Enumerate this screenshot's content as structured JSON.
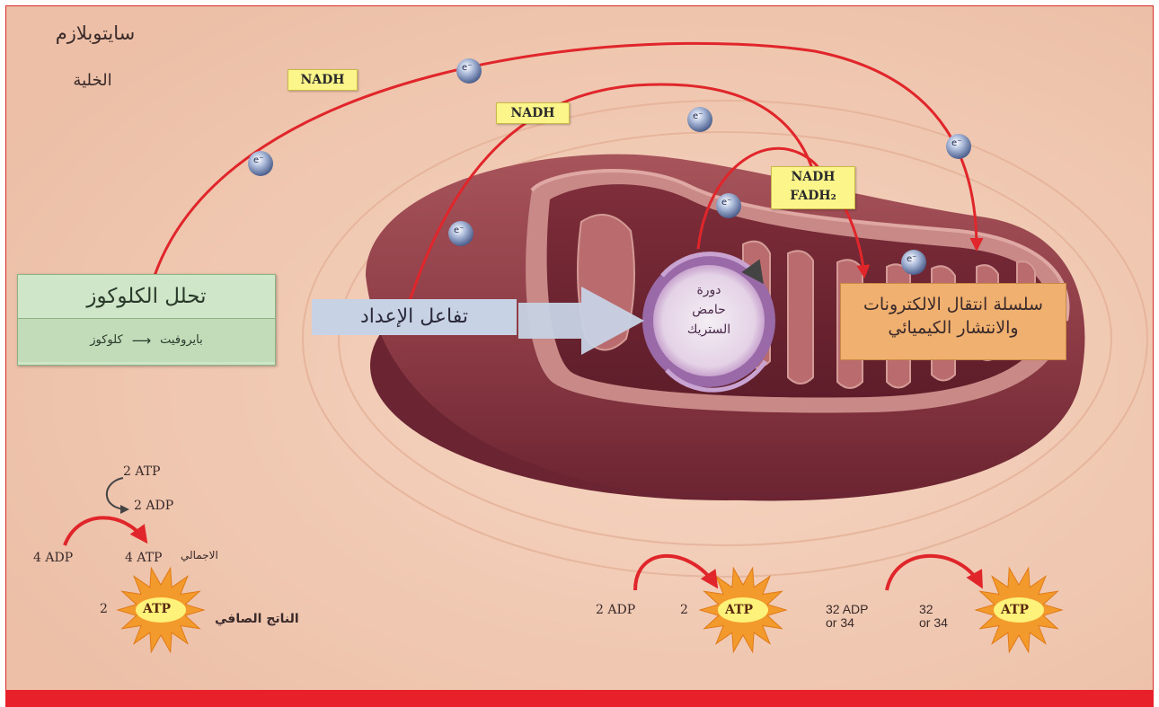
{
  "region_labels": {
    "cytoplasm": "سايتوبلازم",
    "cell": "الخلية"
  },
  "glycolysis": {
    "title": "تحلل الكلوكوز",
    "subtitle_left": "كلوكوز",
    "subtitle_right": "بايروفيت"
  },
  "prep_reaction": "تفاعل الإعداد",
  "citric_cycle": [
    "دورة",
    "حامض",
    "الستريك"
  ],
  "etc": {
    "line1": "سلسلة انتقال الالكترونات",
    "line2": "والانتشار الكيميائي"
  },
  "carriers": {
    "nadh_1": "NADH",
    "nadh_2": "NADH",
    "nadh_3": "NADH",
    "fadh2": "FADH₂"
  },
  "electron_symbol": "e⁻",
  "atp_left": {
    "top_atp": "2 ATP",
    "top_adp": "2 ADP",
    "adp_in": "4 ADP",
    "atp_out": "4 ATP",
    "total_label": "الاجمالي",
    "net_count": "2",
    "net_label": "الناتج الصافي",
    "burst_label": "ATP"
  },
  "atp_middle": {
    "adp": "2 ADP",
    "count": "2",
    "burst_label": "ATP"
  },
  "atp_right": {
    "adp_line1": "32 ADP",
    "adp_line2": "or 34",
    "count_line1": "32",
    "count_line2": "or 34",
    "burst_label": "ATP"
  },
  "colors": {
    "background": "#f2c9b3",
    "arrow_red": "#e0262a",
    "glycolysis_green": "#cfe6c8",
    "prep_blue": "#c7d3e4",
    "cycle_purple": "#9a6aa8",
    "etc_orange": "#f0b070",
    "label_yellow": "#fbf58a",
    "atp_burst": "#f29a2b",
    "bottom_bar": "#e8202a"
  }
}
